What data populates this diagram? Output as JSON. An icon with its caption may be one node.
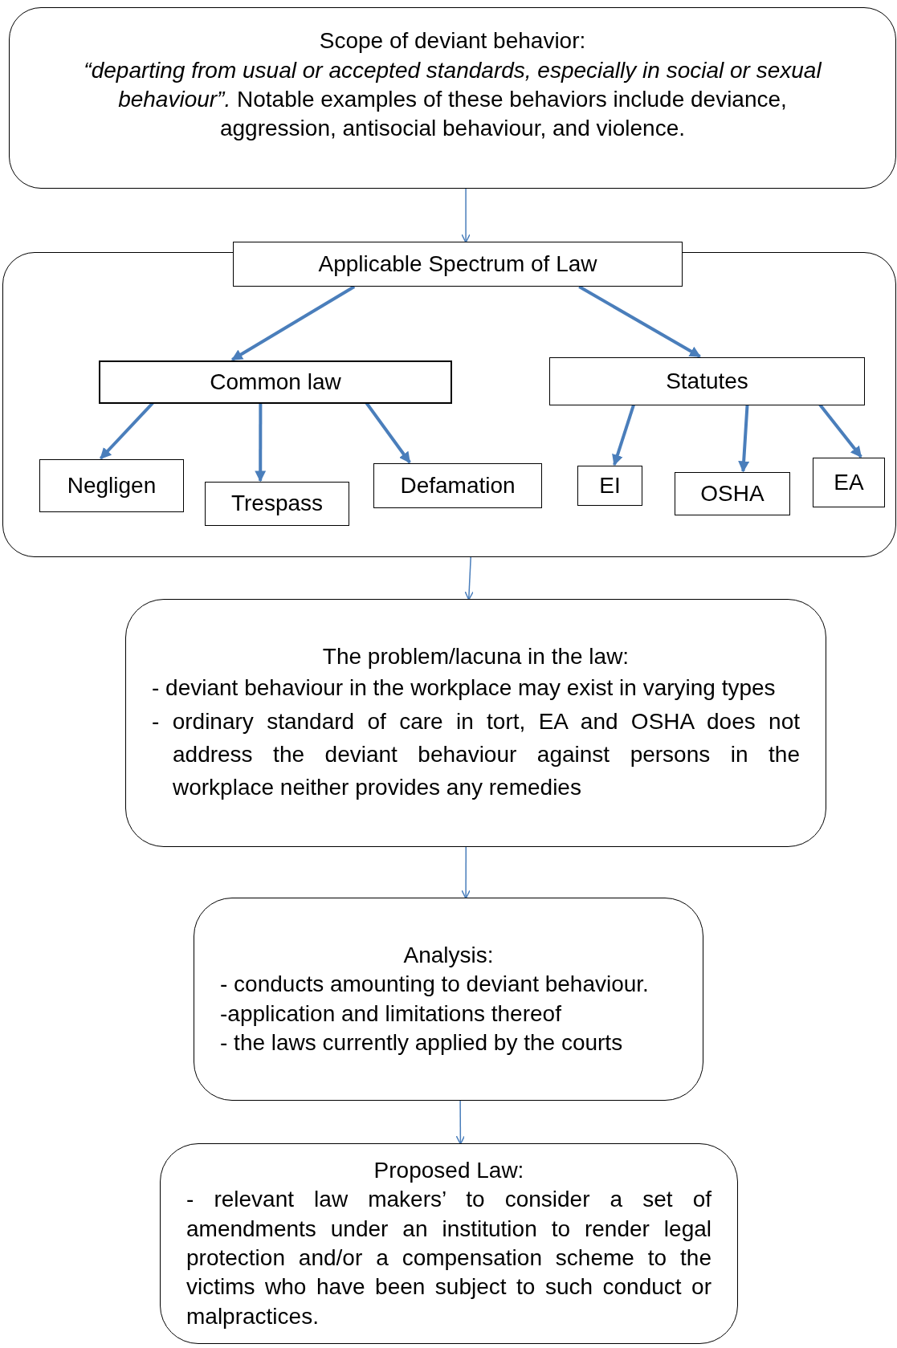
{
  "diagram": {
    "nodes": [
      {
        "text": [
          "Scope of deviant behavior:",
          "*“departing from usual or accepted standards, especially in social or sexual behaviour”.* Notable examples of these behaviors include deviance, aggression, antisocial behaviour, and violence."
        ]
      },
      {
        "text": [],
        "shape": "box"
      },
      {
        "text": [
          "Applicable Spectrum of Law"
        ]
      },
      {
        "text": [
          "Common law"
        ],
        "in": 1
      },
      {
        "text": [
          "Statutes"
        ],
        "in": 1
      },
      {
        "text": [
          "Negligen"
        ],
        "in": 1
      },
      {
        "text": [
          "Trespass"
        ],
        "in": 1
      },
      {
        "text": [
          "Defamation"
        ],
        "in": 1
      },
      {
        "text": [
          "EI"
        ],
        "in": 1
      },
      {
        "text": [
          "OSHA"
        ],
        "in": 1
      },
      {
        "text": [
          "EA"
        ],
        "in": 1
      },
      {
        "text": [
          "The problem/lacuna in the law:",
          "- deviant behaviour in the workplace may exist in varying types",
          "- ordinary standard of care in tort, EA and OSHA does not address the deviant behaviour against persons in the workplace neither provides any remedies"
        ]
      },
      {
        "text": [
          "Analysis:",
          "- conducts amounting to deviant behaviour.",
          "-application and limitations thereof",
          "- the laws currently applied by the courts"
        ]
      },
      {
        "text": [
          "Proposed Law:",
          "- relevant law makers’ to consider a set of amendments under an institution to render legal protection and/or a compensation scheme to the victims who have been subject to such conduct or malpractices."
        ]
      }
    ],
    "edges": [
      {
        "from": 0,
        "to": 2,
        "arrow": "to"
      },
      {
        "from": 2,
        "to": 3,
        "arrow": "to"
      },
      {
        "from": 2,
        "to": 4,
        "arrow": "to"
      },
      {
        "from": 3,
        "to": 5,
        "arrow": "to"
      },
      {
        "from": 3,
        "to": 6,
        "arrow": "to"
      },
      {
        "from": 3,
        "to": 7,
        "arrow": "to"
      },
      {
        "from": 4,
        "to": 8,
        "arrow": "to"
      },
      {
        "from": 4,
        "to": 9,
        "arrow": "to"
      },
      {
        "from": 4,
        "to": 10,
        "arrow": "to"
      },
      {
        "from": 1,
        "to": 11,
        "arrow": "to"
      },
      {
        "from": 11,
        "to": 12,
        "arrow": "to"
      },
      {
        "from": 12,
        "to": 13,
        "arrow": "to"
      }
    ]
  }
}
